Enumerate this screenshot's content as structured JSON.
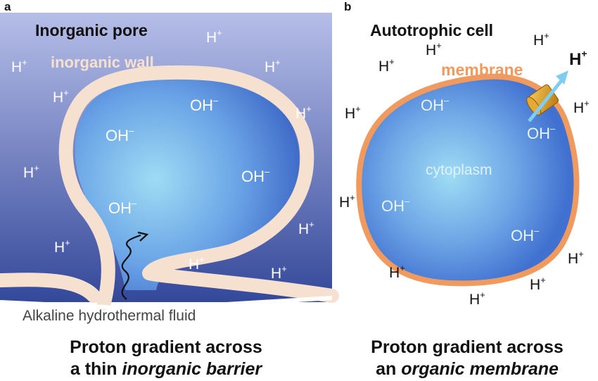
{
  "panel_a": {
    "letter": "a",
    "title": "Inorganic pore",
    "wall_label": "inorganic wall",
    "fluid_label": "Alkaline hydrothermal fluid",
    "proton": "H",
    "proton_charge": "+",
    "hydroxide": "OH",
    "hydroxide_charge": "–",
    "caption_line1": "Proton gradient across",
    "caption_line2_plain": "a thin ",
    "caption_line2_emph": "inorganic barrier"
  },
  "panel_b": {
    "letter": "b",
    "title": "Autotrophic cell",
    "membrane_label": "membrane",
    "cytoplasm_label": "cytoplasm",
    "proton": "H",
    "proton_charge": "+",
    "hydroxide": "OH",
    "hydroxide_charge": "–",
    "caption_line1": "Proton gradient across",
    "caption_line2_plain": "an ",
    "caption_line2_emph": "organic membrane"
  },
  "colors": {
    "pore_top": "#b6bee8",
    "pore_bottom": "#34489a",
    "interior_center": "#9edcf4",
    "interior_edge": "#4a78d6",
    "wall": "#f6e1d1",
    "membrane": "#f19a5f",
    "membrane_text": "#f19a5f",
    "pump": "#d99a1c",
    "arrow": "#7fcdf0"
  }
}
